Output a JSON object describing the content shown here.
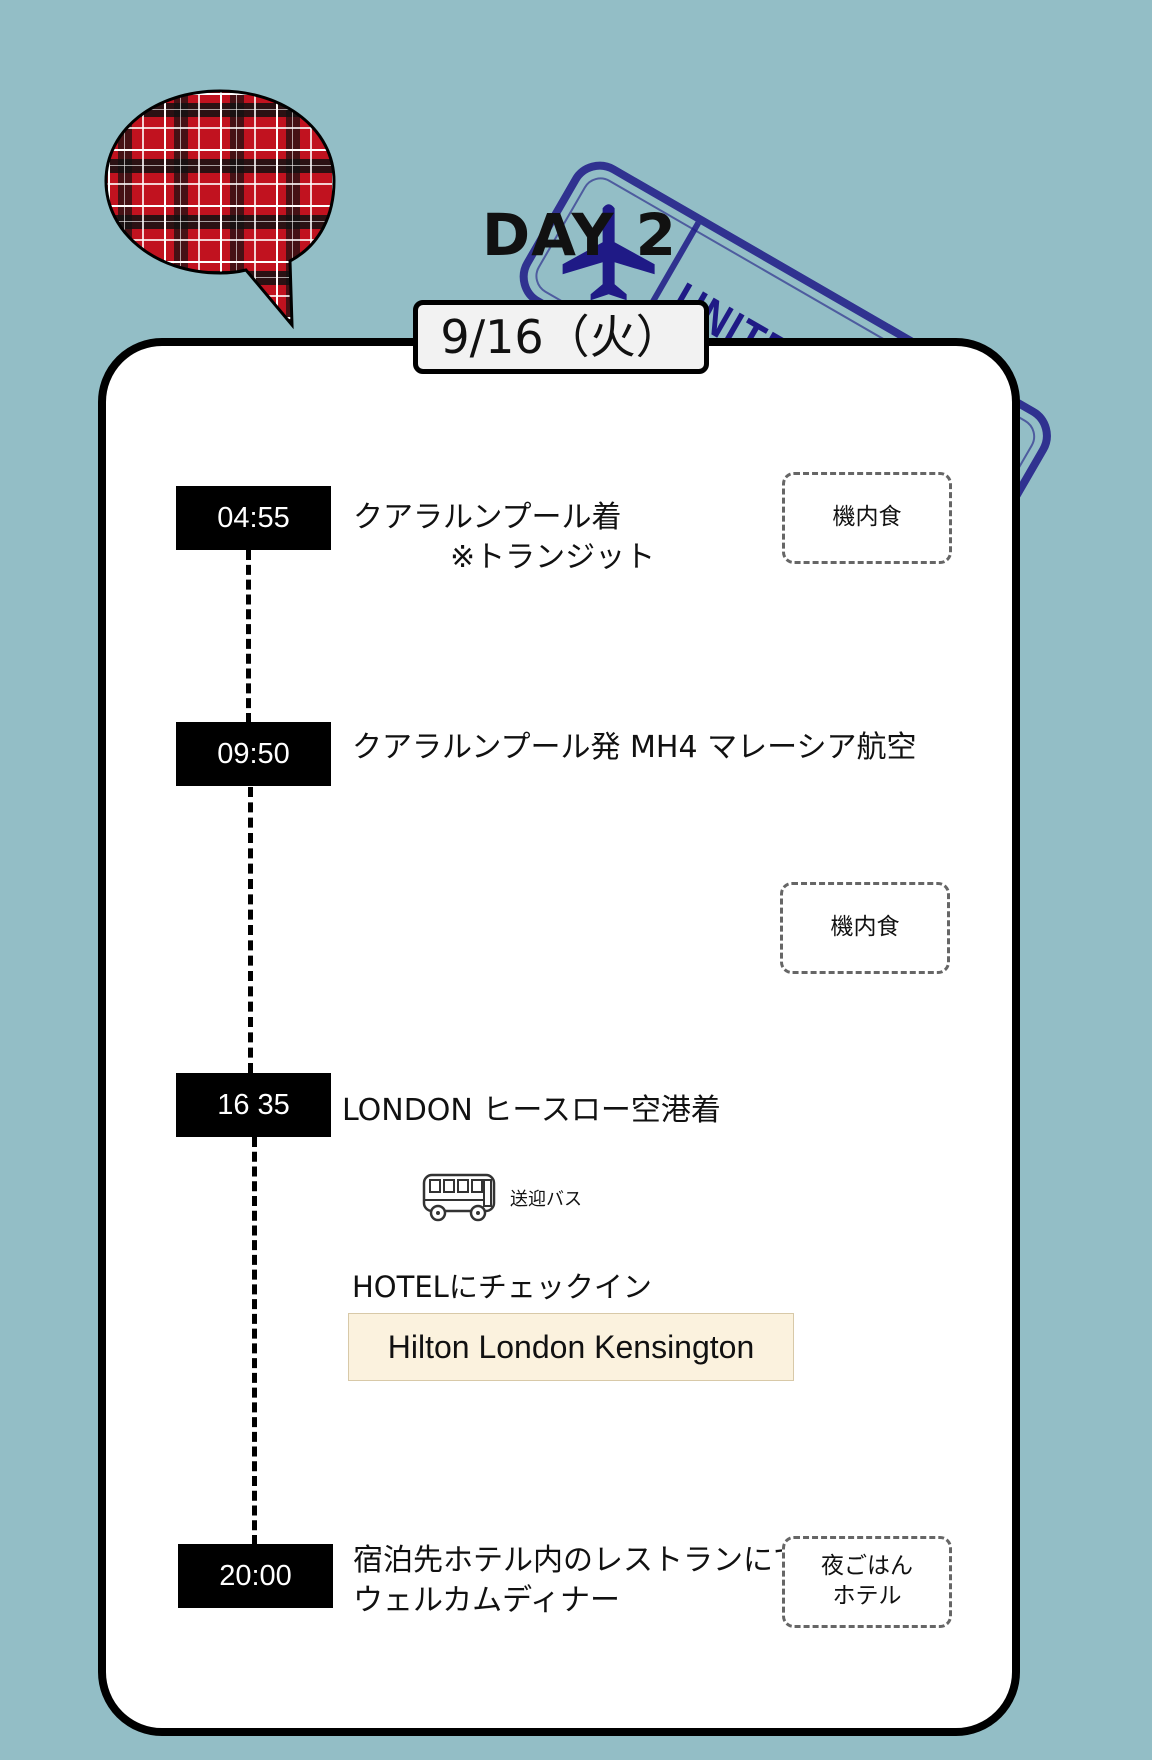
{
  "header": {
    "day_title": "DAY 2",
    "date": "9/16（火）"
  },
  "stamp": {
    "text": "UNITED KINGDOM",
    "icon": "airplane-icon",
    "color": "#1f1a86"
  },
  "colors": {
    "background": "#93bec6",
    "plaid_red": "#c1121f",
    "hotel_highlight": "#fbf2de"
  },
  "timeline": [
    {
      "time": "04:55",
      "lines": [
        "クアラルンプール着",
        "※トランジット"
      ],
      "meal": [
        "機内食"
      ]
    },
    {
      "time": "09:50",
      "lines": [
        "クアラルンプール発  MH4 マレーシア航空"
      ],
      "meal": [
        "機内食"
      ]
    },
    {
      "time": "16 35",
      "lines": [
        "LONDON ヒースロー空港着"
      ],
      "transfer": "送迎バス",
      "checkin": "HOTELにチェックイン",
      "hotel": "Hilton London Kensington"
    },
    {
      "time": "20:00",
      "lines": [
        "宿泊先ホテル内のレストランにて",
        "ウェルカムディナー"
      ],
      "meal": [
        "夜ごはん",
        "ホテル"
      ]
    }
  ]
}
